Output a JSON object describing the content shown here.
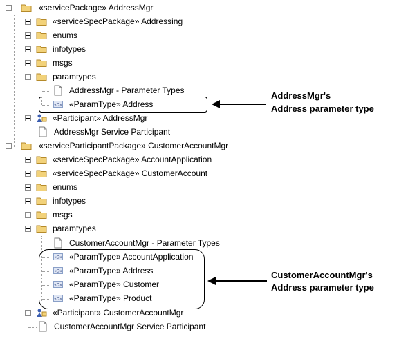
{
  "tree": [
    {
      "label": "«servicePackage» AddressMgr",
      "icon": "folder-icon",
      "expander": "minus"
    },
    {
      "label": "«serviceSpecPackage» Addressing",
      "icon": "folder-icon",
      "expander": "plus"
    },
    {
      "label": "enums",
      "icon": "folder-icon",
      "expander": "plus"
    },
    {
      "label": "infotypes",
      "icon": "folder-icon",
      "expander": "plus"
    },
    {
      "label": "msgs",
      "icon": "folder-icon",
      "expander": "plus"
    },
    {
      "label": "paramtypes",
      "icon": "folder-icon",
      "expander": "minus"
    },
    {
      "label": "AddressMgr - Parameter Types",
      "icon": "document-icon",
      "expander": "none"
    },
    {
      "label": "«ParamType» Address",
      "icon": "paramtype-icon",
      "expander": "none"
    },
    {
      "label": "«Participant» AddressMgr",
      "icon": "participant-icon",
      "expander": "plus"
    },
    {
      "label": "AddressMgr Service Participant",
      "icon": "document-icon",
      "expander": "none"
    },
    {
      "label": "«serviceParticipantPackage» CustomerAccountMgr",
      "icon": "folder-icon",
      "expander": "minus"
    },
    {
      "label": "«serviceSpecPackage» AccountApplication",
      "icon": "folder-icon",
      "expander": "plus"
    },
    {
      "label": "«serviceSpecPackage» CustomerAccount",
      "icon": "folder-icon",
      "expander": "plus"
    },
    {
      "label": "enums",
      "icon": "folder-icon",
      "expander": "plus"
    },
    {
      "label": "infotypes",
      "icon": "folder-icon",
      "expander": "plus"
    },
    {
      "label": "msgs",
      "icon": "folder-icon",
      "expander": "plus"
    },
    {
      "label": "paramtypes",
      "icon": "folder-icon",
      "expander": "minus"
    },
    {
      "label": "CustomerAccountMgr - Parameter Types",
      "icon": "document-icon",
      "expander": "none"
    },
    {
      "label": "«ParamType» AccountApplication",
      "icon": "paramtype-icon",
      "expander": "none"
    },
    {
      "label": "«ParamType» Address",
      "icon": "paramtype-icon",
      "expander": "none"
    },
    {
      "label": "«ParamType» Customer",
      "icon": "paramtype-icon",
      "expander": "none"
    },
    {
      "label": "«ParamType» Product",
      "icon": "paramtype-icon",
      "expander": "none"
    },
    {
      "label": "«Participant» CustomerAccountMgr",
      "icon": "participant-icon",
      "expander": "plus"
    },
    {
      "label": "CustomerAccountMgr Service Participant",
      "icon": "document-icon",
      "expander": "none"
    }
  ],
  "annotations": {
    "first": {
      "line1": "AddressMgr's",
      "line2": "Address parameter type"
    },
    "second": {
      "line1": "CustomerAccountMgr's",
      "line2": "Address parameter type"
    }
  },
  "colors": {
    "folder": "#f2d27a",
    "folder_border": "#b58a2a",
    "paramtype": "#8aa0c8",
    "participant": "#3a5db0"
  }
}
